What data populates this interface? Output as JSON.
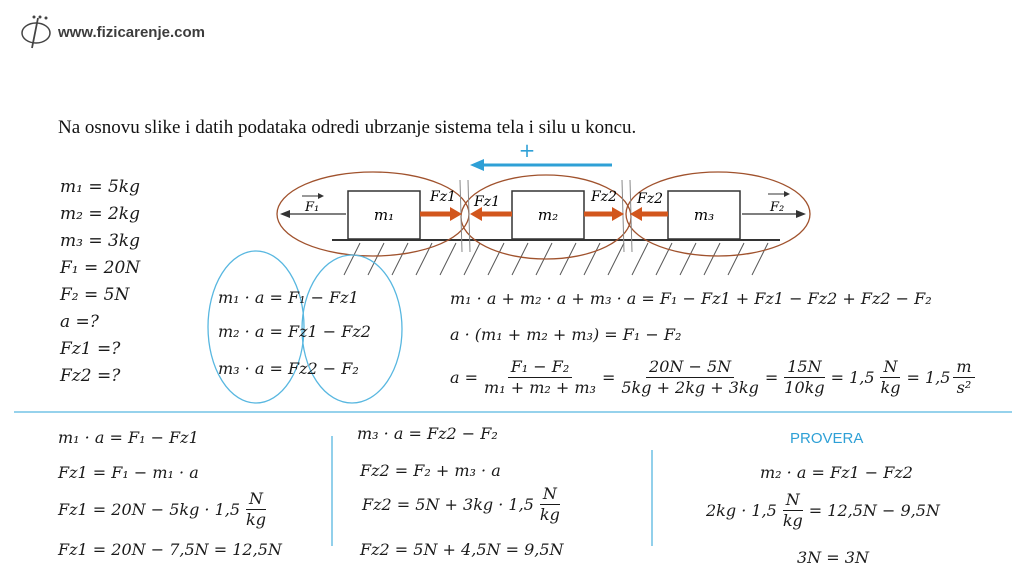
{
  "header": {
    "site_url": "www.fizicarenje.com"
  },
  "task": "Na osnovu slike i datih podataka odredi ubrzanje sistema tela i silu u koncu.",
  "direction_sign": "+",
  "diagram": {
    "block_labels": [
      "m₁",
      "m₂",
      "m₃"
    ],
    "force_labels": {
      "f1": "F₁",
      "f2": "F₂",
      "fz1_left": "Fz1",
      "fz1_right": "Fz1",
      "fz2_left": "Fz2",
      "fz2_right": "Fz2"
    },
    "colors": {
      "ellipse": "#a0522d",
      "tension_arrow": "#d2561d",
      "direction_arrow": "#2ea0d6",
      "circle": "#58b7e0",
      "divider": "#58b7e0"
    }
  },
  "given": [
    "m₁ = 5kg",
    "m₂ = 2kg",
    "m₃ = 3kg",
    "F₁ = 20N",
    "F₂ = 5N",
    "a =?",
    "Fz1 =?",
    "Fz2 =?"
  ],
  "circled_equations": [
    "m₁ · a = F₁ − Fz1",
    "m₂ · a = Fz1 − Fz2",
    "m₃ · a = Fz2 − F₂"
  ],
  "solution": {
    "line1": "m₁ · a + m₂ · a + m₃ · a = F₁ − Fz1 + Fz1 − Fz2 + Fz2 − F₂",
    "line2": "a · (m₁ + m₂ + m₃) = F₁ − F₂",
    "line3": {
      "lhs": "a =",
      "f1_num": "F₁ − F₂",
      "f1_den": "m₁ + m₂ + m₃",
      "f2_num": "20N − 5N",
      "f2_den": "5kg + 2kg + 3kg",
      "f3_num": "15N",
      "f3_den": "10kg",
      "val1": "= 1,5",
      "unit1_num": "N",
      "unit1_den": "kg",
      "val2": "= 1,5",
      "unit2_num": "m",
      "unit2_den": "s²"
    }
  },
  "col1": {
    "l1": "m₁ · a = F₁ − Fz1",
    "l2": "Fz1 = F₁ − m₁ · a",
    "l3_pre": "Fz1 = 20N − 5kg · 1,5",
    "l3_num": "N",
    "l3_den": "kg",
    "l4": "Fz1 = 20N − 7,5N = 12,5N"
  },
  "col2": {
    "l1": "m₃ · a = Fz2 − F₂",
    "l2": "Fz2 = F₂ + m₃ · a",
    "l3_pre": "Fz2 = 5N + 3kg · 1,5",
    "l3_num": "N",
    "l3_den": "kg",
    "l4": "Fz2 = 5N + 4,5N = 9,5N"
  },
  "col3": {
    "title": "PROVERA",
    "l1": "m₂ · a = Fz1 − Fz2",
    "l2_pre": "2kg · 1,5",
    "l2_num": "N",
    "l2_den": "kg",
    "l2_post": "= 12,5N − 9,5N",
    "l3": "3N = 3N"
  }
}
